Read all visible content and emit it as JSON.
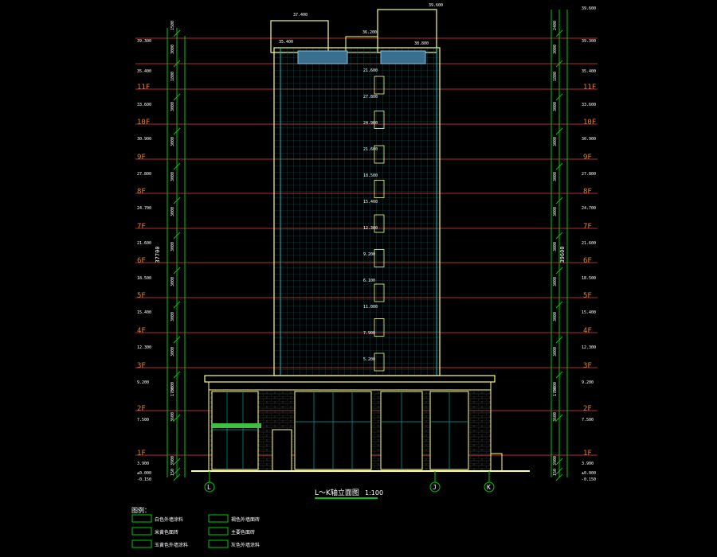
{
  "drawing": {
    "floor_labels_left": [
      "11F",
      "10F",
      "9F",
      "8F",
      "7F",
      "6F",
      "5F",
      "4F",
      "3F",
      "2F",
      "1F"
    ],
    "floor_labels_right": [
      "11F",
      "10F",
      "9F",
      "8F",
      "7F",
      "6F",
      "5F",
      "4F",
      "3F",
      "2F",
      "1F"
    ],
    "elev_left": [
      "39.300",
      "35.400",
      "33.600",
      "30.900",
      "27.800",
      "24.700",
      "21.600",
      "18.500",
      "15.400",
      "12.300",
      "9.200",
      "7.500",
      "3.900",
      "±0.000",
      "-0.150"
    ],
    "elev_right": [
      "39.600",
      "39.300",
      "35.400",
      "33.600",
      "30.900",
      "27.800",
      "24.700",
      "21.600",
      "18.500",
      "15.400",
      "12.300",
      "9.200",
      "7.500",
      "3.900",
      "±0.000",
      "-0.150"
    ],
    "dims_left": [
      "1500",
      "3000",
      "1800",
      "3000",
      "3000",
      "3000",
      "3000",
      "3000",
      "3000",
      "3000",
      "3000",
      "3000",
      "1700",
      "3600",
      "3900",
      "150"
    ],
    "dims_right": [
      "2400",
      "3000",
      "1800",
      "3000",
      "3000",
      "3000",
      "3000",
      "3000",
      "3000",
      "3000",
      "3000",
      "3000",
      "1700",
      "3600",
      "3900",
      "150"
    ],
    "total_left": "37700",
    "total_right": "39600",
    "roof_labels": [
      "37.400",
      "39.600",
      "35.400",
      "36.200",
      "38.800"
    ],
    "floor_marks": [
      "21.600",
      "27.800",
      "24.900",
      "21.600",
      "18.500",
      "15.400",
      "12.300",
      "9.200",
      "6.100",
      "11.000",
      "7.900",
      "5.200"
    ],
    "grid_axes": [
      "L",
      "J",
      "K"
    ],
    "title": "L～K轴立面图",
    "scale": "1:100"
  },
  "legend": {
    "heading": "图例：",
    "items": [
      {
        "label": "白色外墙涂料"
      },
      {
        "label": "褐色外墙面砖"
      },
      {
        "label": "米黄色面砖"
      },
      {
        "label": "主要色面砖"
      },
      {
        "label": "玉黄色外墙涂料"
      },
      {
        "label": "灰色外墙涂料"
      }
    ]
  },
  "colors": {
    "background": "#000000",
    "dim_lines": "#00c800",
    "floor_lines": "#b03030",
    "building_outline": "#ffff80",
    "facade_grid": "#00a0a0",
    "text": "#ffffff",
    "floor_text": "#e08030",
    "glass": "#80c0e0"
  }
}
